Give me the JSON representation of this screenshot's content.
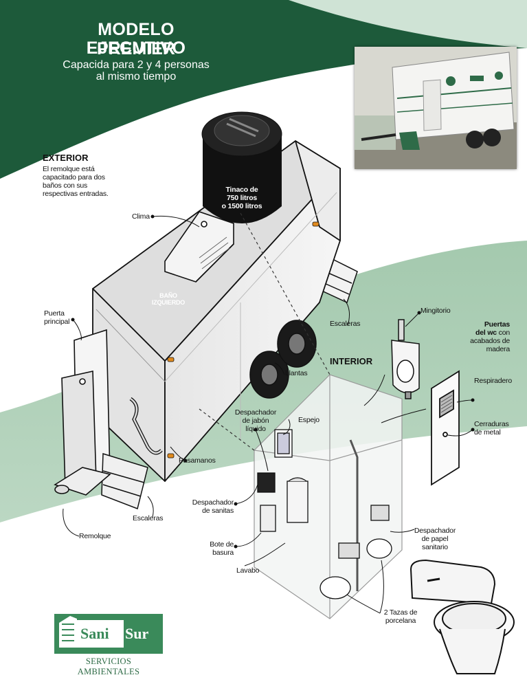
{
  "header": {
    "title_line1": "MODELO EJECUTIVO",
    "title_line2": "PREMIER",
    "subtitle_line1": "Capacida para 2 y 4 personas",
    "subtitle_line2": "al mismo tiempo"
  },
  "exterior": {
    "heading": "EXTERIOR",
    "desc_lines": [
      "El remolque está",
      "capacitado para dos",
      "baños con sus",
      "respectivas entradas."
    ]
  },
  "labels": {
    "tinaco": [
      "Tinaco de",
      "750 litros",
      "o 1500 litros"
    ],
    "clima": "Clima",
    "bano": [
      "BAÑO",
      "IZQUIERDO"
    ],
    "puerta_principal": [
      "Puerta",
      "principal"
    ],
    "escaleras_right": "Escaleras",
    "escaleras_left": "Escaleras",
    "llantas": "Llantas",
    "pasamanos": "Pasamanos",
    "remolque": "Remolque",
    "interior": "INTERIOR",
    "despachador_jabon": [
      "Despachador",
      "de jabón",
      "líquido"
    ],
    "espejo": "Espejo",
    "despachador_sanitas": [
      "Despachador",
      "de sanitas"
    ],
    "bote_basura": [
      "Bote de",
      "basura"
    ],
    "lavabo": "Lavabo",
    "mingitorio": "Mingitorio",
    "puertas_wc_bold": [
      "Puertas",
      "del wc"
    ],
    "puertas_wc_rest": [
      " con",
      "acabados de",
      "madera"
    ],
    "respiradero": "Respiradero",
    "cerraduras": [
      "Cerraduras",
      "de metal"
    ],
    "despachador_papel": [
      "Despachador",
      "de papel",
      "sanitario"
    ],
    "tazas": [
      "2 Tazas de",
      "porcelana"
    ]
  },
  "logo": {
    "name_part1": "Sani",
    "name_part2": "Sur",
    "tagline": "SERVICIOS AMBIENTALES"
  },
  "colors": {
    "dark_green": "#1d5a3a",
    "light_green": "#a9cdb3",
    "logo_green": "#3a8a5a"
  }
}
